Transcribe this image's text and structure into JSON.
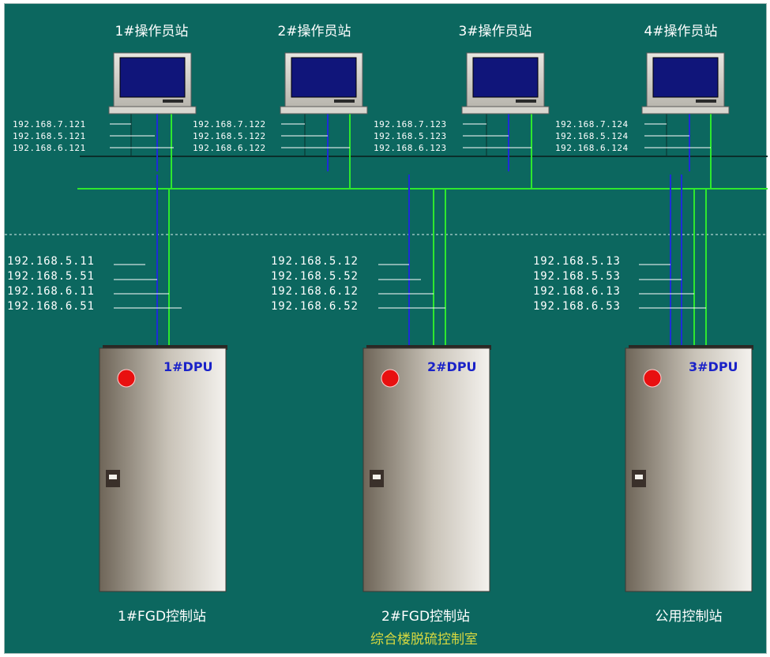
{
  "stations": [
    {
      "label": "1#操作员站",
      "ips": [
        "192.168.7.121",
        "192.168.5.121",
        "192.168.6.121"
      ]
    },
    {
      "label": "2#操作员站",
      "ips": [
        "192.168.7.122",
        "192.168.5.122",
        "192.168.6.122"
      ]
    },
    {
      "label": "3#操作员站",
      "ips": [
        "192.168.7.123",
        "192.168.5.123",
        "192.168.6.123"
      ]
    },
    {
      "label": "4#操作员站",
      "ips": [
        "192.168.7.124",
        "192.168.5.124",
        "192.168.6.124"
      ]
    }
  ],
  "cabinets": [
    {
      "dpu": "1#DPU",
      "label": "1#FGD控制站",
      "ips": [
        "192.168.5.11",
        "192.168.5.51",
        "192.168.6.11",
        "192.168.6.51"
      ]
    },
    {
      "dpu": "2#DPU",
      "label": "2#FGD控制站",
      "ips": [
        "192.168.5.12",
        "192.168.5.52",
        "192.168.6.12",
        "192.168.6.52"
      ]
    },
    {
      "dpu": "3#DPU",
      "label": "公用控制站",
      "ips": [
        "192.168.5.13",
        "192.168.5.53",
        "192.168.6.13",
        "192.168.6.53"
      ]
    }
  ],
  "room_label": "综合楼脱硫控制室",
  "colors": {
    "background": "#0c675f",
    "network_green": "#2ee82e",
    "network_blue": "#1d2cd8",
    "network_dark": "#0a2f2b",
    "monitor_screen": "#10157a",
    "dpu_text": "#1a22c8",
    "room_text": "#d8d840"
  }
}
